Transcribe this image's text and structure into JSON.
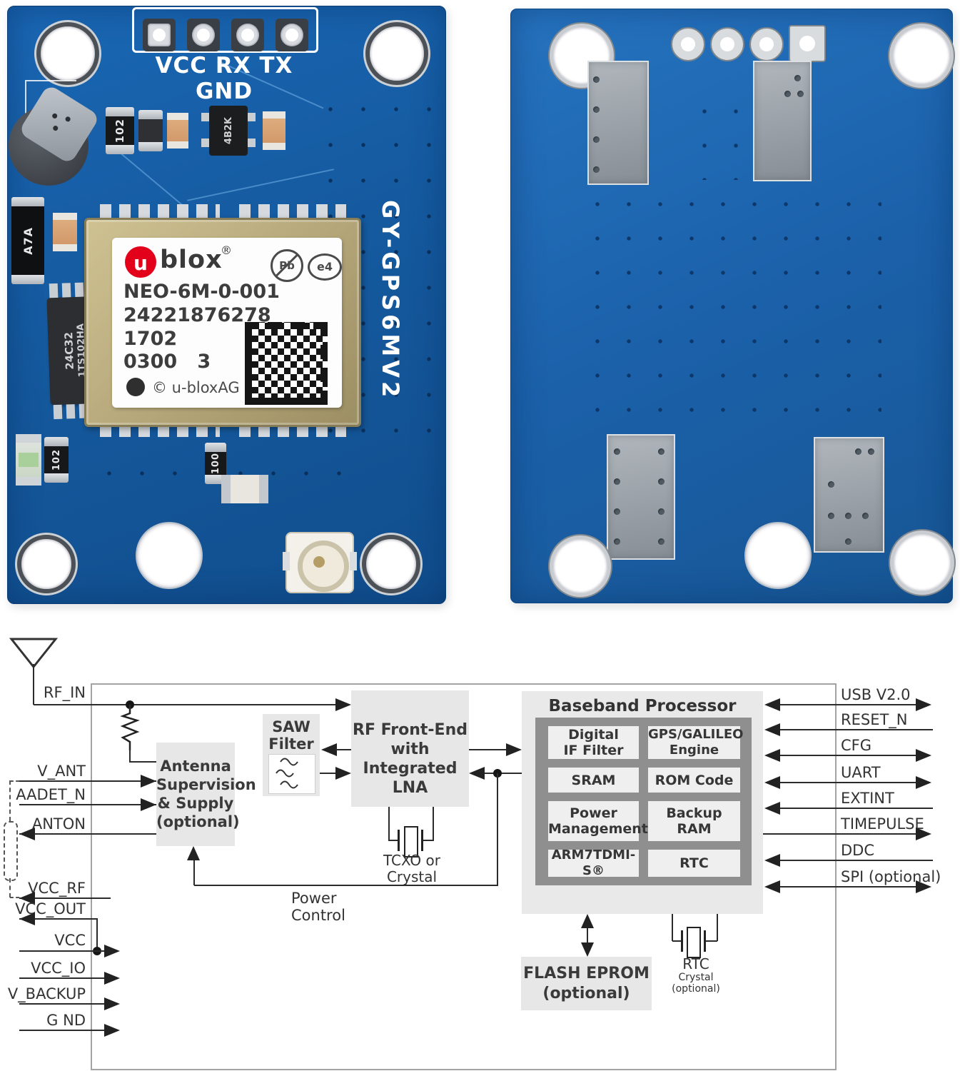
{
  "colors": {
    "pcb_front_blue": "#155a9f",
    "pcb_back_blue": "#1b61aa",
    "ublox_logo_red": "#e2001a",
    "silkscreen_white": "#ffffff",
    "diagram_line": "#2b2b2b",
    "block_fill": "#e7e7e7",
    "baseband_inner_gray": "#8f8f8f"
  },
  "front_board": {
    "pin_header_label": "VCC RX TX GND",
    "board_name_vertical": "GY-GPS6MV2",
    "module_label": {
      "logo_u": "u",
      "logo_text": "blox",
      "reg_mark": "®",
      "pb_free_mark": "Pb",
      "e_mark": "e4",
      "model": "NEO-6M-0-001",
      "serial": "24221876278",
      "date_code": "1702",
      "lot_code": "0300   3",
      "copyright": "© u-bloxAG"
    },
    "markings": {
      "resistor_top": "102",
      "regulator_ic": "4B2K",
      "cap_left": "A7A",
      "eeprom_line1": "24C32",
      "eeprom_line2": "1TS102HA",
      "resistor_bottom_left": "102",
      "resistor_bottom_mid": "100"
    }
  },
  "diagram": {
    "left_signals": [
      "RF_IN",
      "V_ANT",
      "AADET_N",
      "ANTON",
      "VCC_RF",
      "VCC_OUT",
      "VCC",
      "VCC_IO",
      "V_BACKUP",
      "G ND"
    ],
    "right_signals": [
      {
        "label": "USB V2.0",
        "arrows": "both"
      },
      {
        "label": "RESET_N",
        "arrows": "in"
      },
      {
        "label": "CFG",
        "arrows": "both"
      },
      {
        "label": "UART",
        "arrows": "both"
      },
      {
        "label": "EXTINT",
        "arrows": "in"
      },
      {
        "label": "TIMEPULSE",
        "arrows": "out"
      },
      {
        "label": "DDC",
        "arrows": "in"
      },
      {
        "label": "SPI (optional)",
        "arrows": "both"
      }
    ],
    "antenna_supervision": [
      "Antenna",
      "Supervision",
      "& Supply",
      "(optional)"
    ],
    "saw_filter": [
      "SAW",
      "Filter"
    ],
    "rf_frontend": [
      "RF Front-End",
      "with",
      "Integrated LNA"
    ],
    "tcxo": [
      "TCXO or",
      "Crystal"
    ],
    "power_control": "Power Control",
    "baseband_title": "Baseband Processor",
    "baseband_left": [
      [
        "Digital",
        "IF Filter"
      ],
      [
        "SRAM"
      ],
      [
        "Power",
        "Management"
      ],
      [
        "ARM7TDMI-S®"
      ]
    ],
    "baseband_right": [
      [
        "GPS/GALILEO",
        "Engine"
      ],
      [
        "ROM Code"
      ],
      [
        "Backup",
        "RAM"
      ],
      [
        "RTC"
      ]
    ],
    "flash": [
      "FLASH EPROM",
      "(optional)"
    ],
    "rtc_crystal": [
      "RTC",
      "Crystal",
      "(optional)"
    ]
  }
}
